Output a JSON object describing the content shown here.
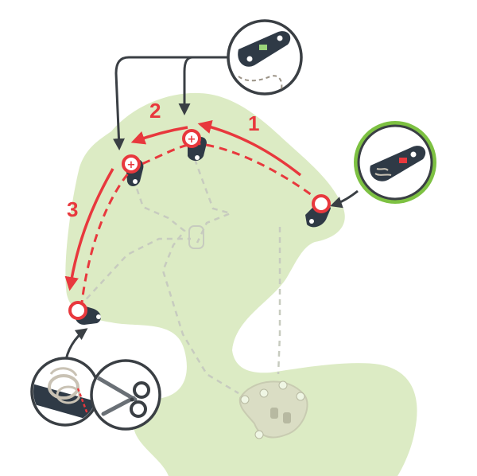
{
  "steps": [
    {
      "label": "1"
    },
    {
      "label": "2"
    },
    {
      "label": "3"
    }
  ],
  "colors": {
    "garment": "#dcebc4",
    "stitch_red": "#e8383d",
    "arrow_dark": "#3a3f44",
    "highlight_ring": "#7dc142",
    "faint_trace": "#c7cbbf",
    "led_body": "#2f3a46",
    "controller_body": "#d9d3c5"
  },
  "icons": [
    {
      "name": "led-sequin-icon"
    },
    {
      "name": "led-sequin-highlighted-icon"
    },
    {
      "name": "thread-knot-icon"
    },
    {
      "name": "scissors-icon"
    }
  ]
}
